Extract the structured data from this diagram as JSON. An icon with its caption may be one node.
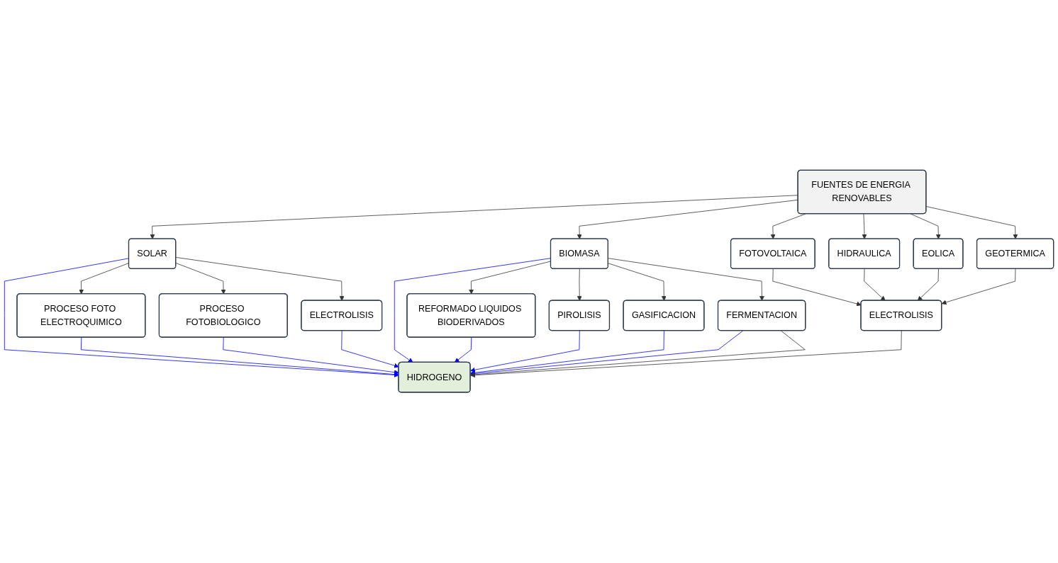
{
  "diagram": {
    "nodes": [
      {
        "text": [
          "FUENTES DE ENERGIA RENOVABLES"
        ]
      },
      {
        "text": [
          "SOLAR"
        ]
      },
      {
        "text": [
          "PROCESO FOTO ELECTROQUIMICO"
        ]
      },
      {
        "text": [
          "PROCESO FOTOBIOLOGICO"
        ]
      },
      {
        "text": [
          "ELECTROLISIS"
        ]
      },
      {
        "text": [
          "BIOMASA"
        ]
      },
      {
        "text": [
          "REFORMADO LIQUIDOS BIODERIVADOS"
        ]
      },
      {
        "text": [
          "PIROLISIS"
        ]
      },
      {
        "text": [
          "GASIFICACION"
        ]
      },
      {
        "text": [
          "FERMENTACION"
        ]
      },
      {
        "text": [
          "FOTOVOLTAICA"
        ]
      },
      {
        "text": [
          "HIDRAULICA"
        ]
      },
      {
        "text": [
          "EOLICA"
        ]
      },
      {
        "text": [
          "GEOTERMICA"
        ]
      },
      {
        "text": [
          "ELECTROLISIS"
        ]
      },
      {
        "text": [
          "HIDROGENO"
        ]
      }
    ],
    "edges": [
      {
        "from": 0,
        "to": 1,
        "arrow": "to"
      },
      {
        "from": 0,
        "to": 5,
        "arrow": "to"
      },
      {
        "from": 0,
        "to": 10,
        "arrow": "to"
      },
      {
        "from": 0,
        "to": 11,
        "arrow": "to"
      },
      {
        "from": 0,
        "to": 12,
        "arrow": "to"
      },
      {
        "from": 0,
        "to": 13,
        "arrow": "to"
      },
      {
        "from": 1,
        "to": 2,
        "arrow": "to"
      },
      {
        "from": 1,
        "to": 3,
        "arrow": "to"
      },
      {
        "from": 1,
        "to": 4,
        "arrow": "to"
      },
      {
        "from": 5,
        "to": 6,
        "arrow": "to"
      },
      {
        "from": 5,
        "to": 7,
        "arrow": "to"
      },
      {
        "from": 5,
        "to": 8,
        "arrow": "to"
      },
      {
        "from": 5,
        "to": 9,
        "arrow": "to"
      },
      {
        "from": 10,
        "to": 14,
        "arrow": "to"
      },
      {
        "from": 11,
        "to": 14,
        "arrow": "to"
      },
      {
        "from": 12,
        "to": 14,
        "arrow": "to"
      },
      {
        "from": 13,
        "to": 14,
        "arrow": "to"
      },
      {
        "from": 1,
        "to": 15,
        "arrow": "to",
        "color": "#0000ff"
      },
      {
        "from": 2,
        "to": 15,
        "arrow": "to",
        "color": "#0000ff"
      },
      {
        "from": 3,
        "to": 15,
        "arrow": "to",
        "color": "#0000ff"
      },
      {
        "from": 4,
        "to": 15,
        "arrow": "to",
        "color": "#0000ff"
      },
      {
        "from": 5,
        "to": 15,
        "arrow": "to",
        "color": "#0000ff"
      },
      {
        "from": 6,
        "to": 15,
        "arrow": "to",
        "color": "#0000ff"
      },
      {
        "from": 7,
        "to": 15,
        "arrow": "to",
        "color": "#0000ff"
      },
      {
        "from": 8,
        "to": 15,
        "arrow": "to",
        "color": "#0000ff"
      },
      {
        "from": 9,
        "to": 15,
        "arrow": "to",
        "color": "#0000ff"
      },
      {
        "from": 9,
        "to": 15,
        "arrow": "to"
      },
      {
        "from": 14,
        "to": 15,
        "arrow": "to"
      }
    ]
  }
}
